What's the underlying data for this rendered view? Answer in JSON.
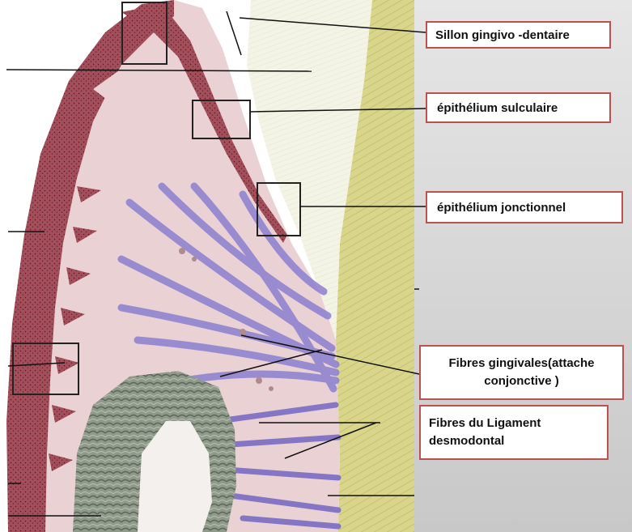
{
  "colors": {
    "label_border": "#c0504d",
    "gingival_epithelium": "#a34e5a",
    "connective_tissue": "#ead1d4",
    "enamel": "#f4f4e6",
    "cementum": "#d9d68c",
    "fibers": "#8b7fd0",
    "bone": "#8f9a8a",
    "panel_background": "#d8d8d8"
  },
  "labels": {
    "sillon": "Sillon gingivo -dentaire",
    "sulculaire": "épithélium  sulculaire",
    "jonctionnel": "épithélium  jonctionnel",
    "fibres_gingivales": "Fibres  gingivales(attache\nconjonctive )",
    "fibres_ligament": "Fibres du Ligament\ndesmodontal"
  }
}
